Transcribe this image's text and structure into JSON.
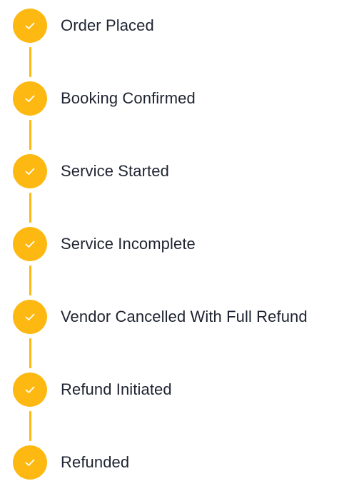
{
  "colors": {
    "accent": "#FDB812",
    "check": "#ffffff",
    "text": "#1d2330"
  },
  "steps": [
    {
      "label": "Order Placed",
      "status": "completed",
      "icon": "check-icon"
    },
    {
      "label": "Booking Confirmed",
      "status": "completed",
      "icon": "check-icon"
    },
    {
      "label": "Service Started",
      "status": "completed",
      "icon": "check-icon"
    },
    {
      "label": "Service Incomplete",
      "status": "completed",
      "icon": "check-icon"
    },
    {
      "label": "Vendor Cancelled With Full Refund",
      "status": "completed",
      "icon": "check-icon"
    },
    {
      "label": "Refund Initiated",
      "status": "completed",
      "icon": "check-icon"
    },
    {
      "label": "Refunded",
      "status": "completed",
      "icon": "check-icon"
    }
  ]
}
